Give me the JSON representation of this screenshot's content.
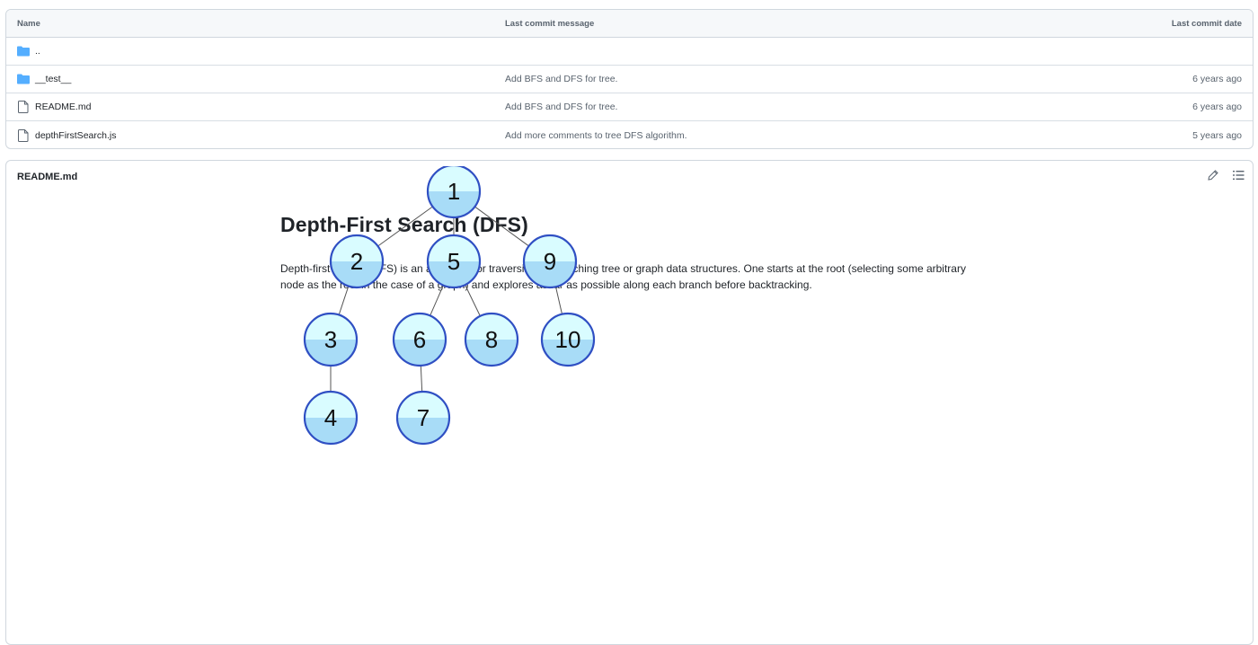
{
  "file_table": {
    "headers": {
      "name": "Name",
      "message": "Last commit message",
      "date": "Last commit date"
    },
    "rows": [
      {
        "type": "folder",
        "icon": "folder-icon",
        "name": "..",
        "message": "",
        "date": ""
      },
      {
        "type": "folder",
        "icon": "folder-icon",
        "name": "__test__",
        "message": "Add BFS and DFS for tree.",
        "date": "6 years ago"
      },
      {
        "type": "file",
        "icon": "file-icon",
        "name": "README.md",
        "message": "Add BFS and DFS for tree.",
        "date": "6 years ago"
      },
      {
        "type": "file",
        "icon": "file-icon",
        "name": "depthFirstSearch.js",
        "message": "Add more comments to tree DFS algorithm.",
        "date": "5 years ago"
      }
    ]
  },
  "readme": {
    "filename": "README.md",
    "edit_icon": "pencil-icon",
    "outline_icon": "list-icon",
    "heading": "Depth-First Search (DFS)",
    "paragraph": "Depth-first search (DFS) is an algorithm for traversing or searching tree or graph data structures. One starts at the root (selecting some arbitrary node as the root in the case of a graph) and explores as far as possible along each branch before backtracking."
  },
  "diagram": {
    "nodes": [
      "1",
      "2",
      "5",
      "9",
      "3",
      "6",
      "8",
      "10",
      "4",
      "7"
    ],
    "edges": [
      [
        "1",
        "2"
      ],
      [
        "1",
        "5"
      ],
      [
        "1",
        "9"
      ],
      [
        "2",
        "3"
      ],
      [
        "5",
        "6"
      ],
      [
        "5",
        "8"
      ],
      [
        "9",
        "10"
      ],
      [
        "3",
        "4"
      ],
      [
        "6",
        "7"
      ]
    ]
  },
  "colors": {
    "folder": "#54aeff",
    "node_fill_top": "#d9fcff",
    "node_fill_bottom": "#a8dcf7",
    "node_stroke": "#2f4fc3"
  }
}
